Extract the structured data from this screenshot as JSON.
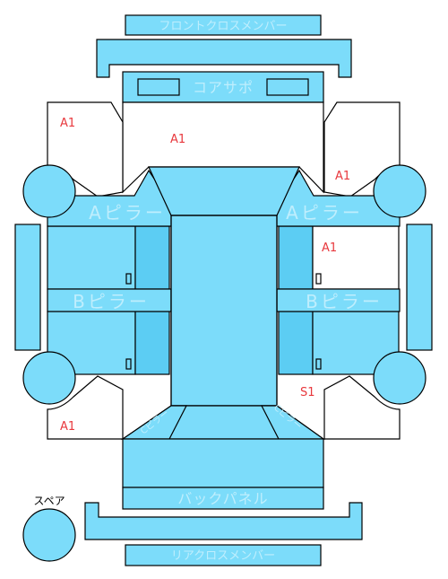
{
  "labels": {
    "front_cross_member": "フロントクロスメンバー",
    "core_support": "コアサポ",
    "a_pillar_left": "Aピラー",
    "a_pillar_right": "Aピラー",
    "b_pillar_left": "Bピラー",
    "b_pillar_right": "Bピラー",
    "back_panel": "バックパネル",
    "rear_cross_member": "リアクロスメンバー",
    "spare": "スペア",
    "c_pillar_left": "Cピラー",
    "c_pillar_right": "Cピラー"
  },
  "marks": {
    "front_left_fender": "A1",
    "hood": "A1",
    "front_right_fender": "A1",
    "front_right_door": "A1",
    "rear_right_door": "S1",
    "rear_left_fender": "A1"
  },
  "colors": {
    "part_fill": "#7cdcfa",
    "part_dark_fill": "#5ccdf3",
    "label_text": "#bfeefd",
    "mark_text": "#e8383d"
  }
}
